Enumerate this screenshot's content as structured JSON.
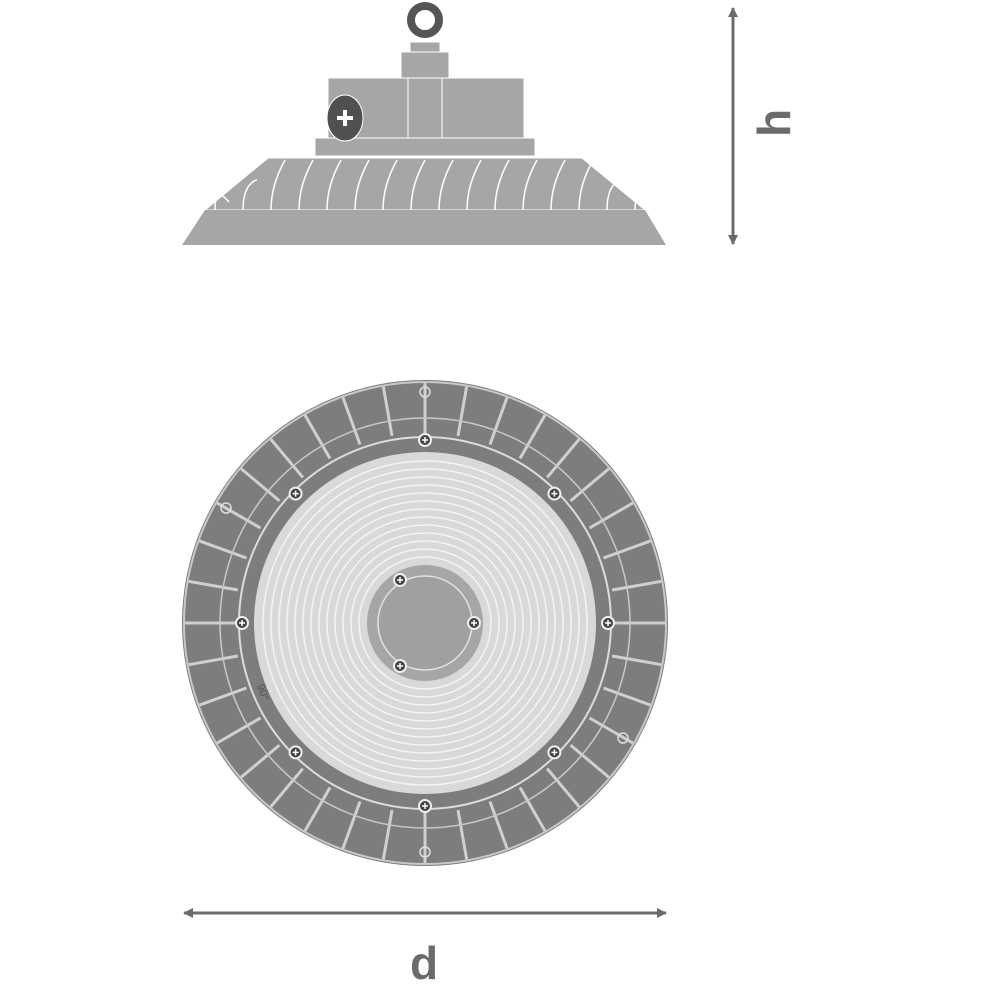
{
  "dimensions": {
    "height_label": "h",
    "diameter_label": "d"
  },
  "bottom_view": {
    "angle_mark": "90°"
  },
  "colors": {
    "body": "#a6a6a6",
    "ring": "#7d7d7d",
    "lens": "#d9d9d9",
    "dark": "#505050",
    "dimension": "#6b6b6b"
  }
}
